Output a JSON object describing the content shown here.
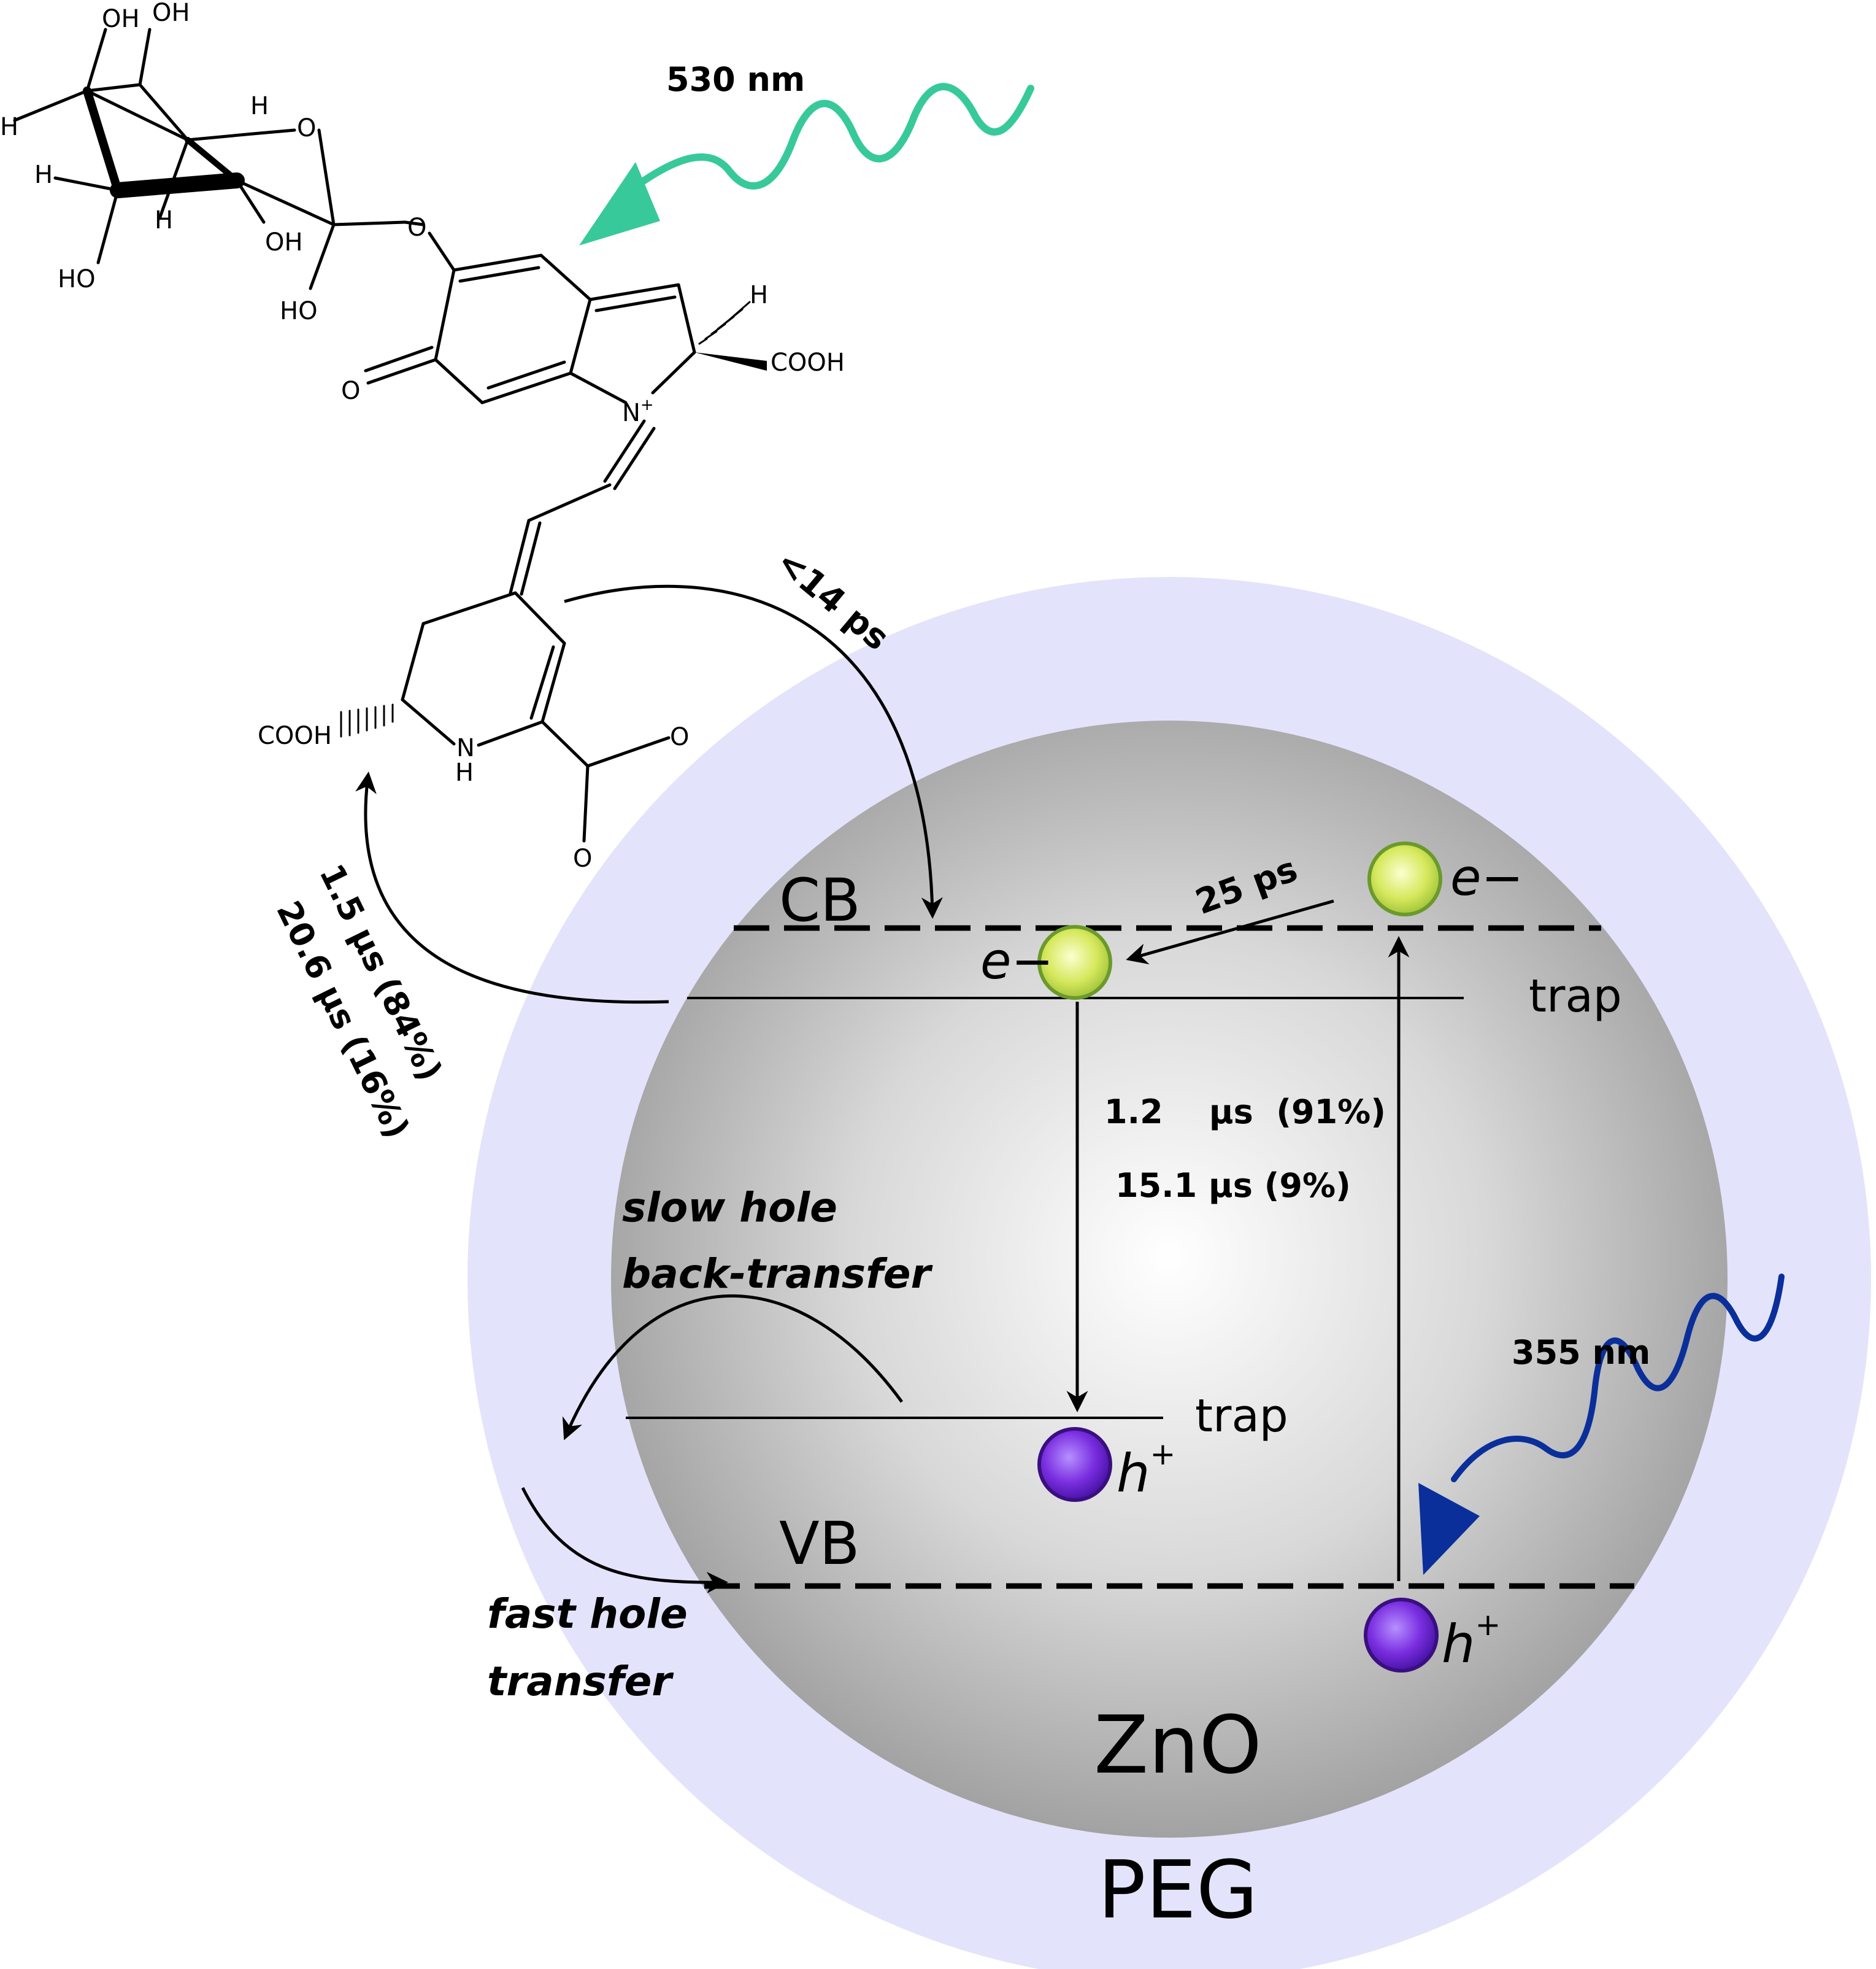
{
  "colors": {
    "peg_shell": "#e3e4fb",
    "zno_light": "#ffffff",
    "zno_dark": "#9e9e9e",
    "green_wave": "#38c99a",
    "blue_wave": "#0a2f9a",
    "electron_fill": "#d6e85c",
    "electron_stroke": "#6a9a2a",
    "hole_fill": "#7a2ee0",
    "hole_stroke": "#3a0f80"
  },
  "labels": {
    "light_530": "530 nm",
    "light_355": "355 nm",
    "injection": "<14 ps",
    "recomb_1": "1.5 µs (84%)",
    "recomb_2": "20.6 µs (16%)",
    "cb": "CB",
    "vb": "VB",
    "trap_upper": "trap",
    "trap_lower": "trap",
    "trapping_time": "25 ps",
    "decay_1": "1.2    µs  (91%)",
    "decay_2": "15.1 µs (9%)",
    "slow_1": "slow hole",
    "slow_2": "back-transfer",
    "fast_1": "fast hole",
    "fast_2": "transfer",
    "electron": "e−",
    "hole": "h",
    "hole_sup": "+",
    "core": "ZnO",
    "shell": "PEG"
  },
  "molecule": {
    "oh_top_1": "OH",
    "oh_top_2": "OH",
    "h_1": "H",
    "h_2": "H",
    "h_3": "H",
    "h_4": "H",
    "o_ring": "O",
    "oh_mid": "OH",
    "ho_left": "HO",
    "ho_bottom": "HO",
    "o_link": "O",
    "o_ketone": "O",
    "n_plus": "N",
    "n_plus_sup": "+",
    "h_stereo": "H",
    "cooh_right": "COOH",
    "cooh_left": "COOH",
    "nh_n": "N",
    "nh_h": "H",
    "o_carb_1": "O",
    "o_carb_2": "O"
  }
}
